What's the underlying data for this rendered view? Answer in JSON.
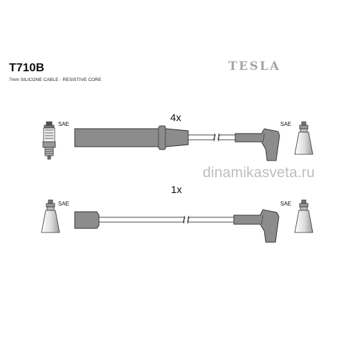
{
  "header": {
    "part_number": "T710B",
    "subtitle": "7mm SILICONE CABLE - RESISTIVE CORE",
    "brand": "TESLA"
  },
  "watermark": "dinamikasveta.ru",
  "sets": [
    {
      "quantity": "4x",
      "left_end_label": "SAE",
      "right_end_label": "SAE"
    },
    {
      "quantity": "1x",
      "left_end_label": "SAE",
      "right_end_label": "SAE"
    }
  ],
  "colors": {
    "boot_fill": "#8c8c8c",
    "outline": "#333333",
    "cable": "#ffffff",
    "logo": "#a5a5a5",
    "watermark": "#bdbdbd"
  }
}
